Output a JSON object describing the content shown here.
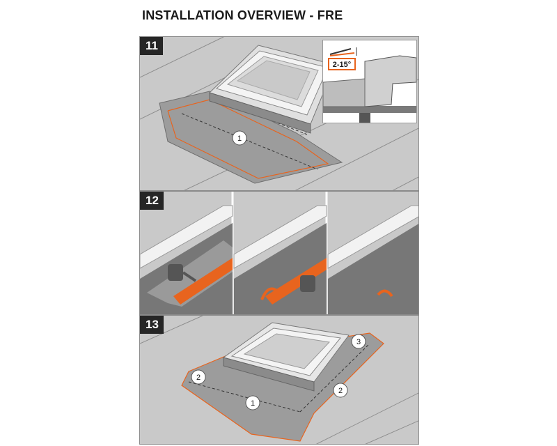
{
  "title": "INSTALLATION OVERVIEW - FRE",
  "steps": [
    {
      "number": "11",
      "callouts": [
        "1"
      ],
      "inset_angle": "2-15°"
    },
    {
      "number": "12"
    },
    {
      "number": "13",
      "callouts": [
        "1",
        "2",
        "2",
        "3"
      ]
    }
  ],
  "colors": {
    "accent": "#e8641e",
    "roof": "#c9c9c9",
    "membrane": "#9c9c9c",
    "frame": "#f2f2f2",
    "badge": "#262626"
  },
  "icons": [
    "heat-gun-icon",
    "curved-arrow-icon"
  ]
}
